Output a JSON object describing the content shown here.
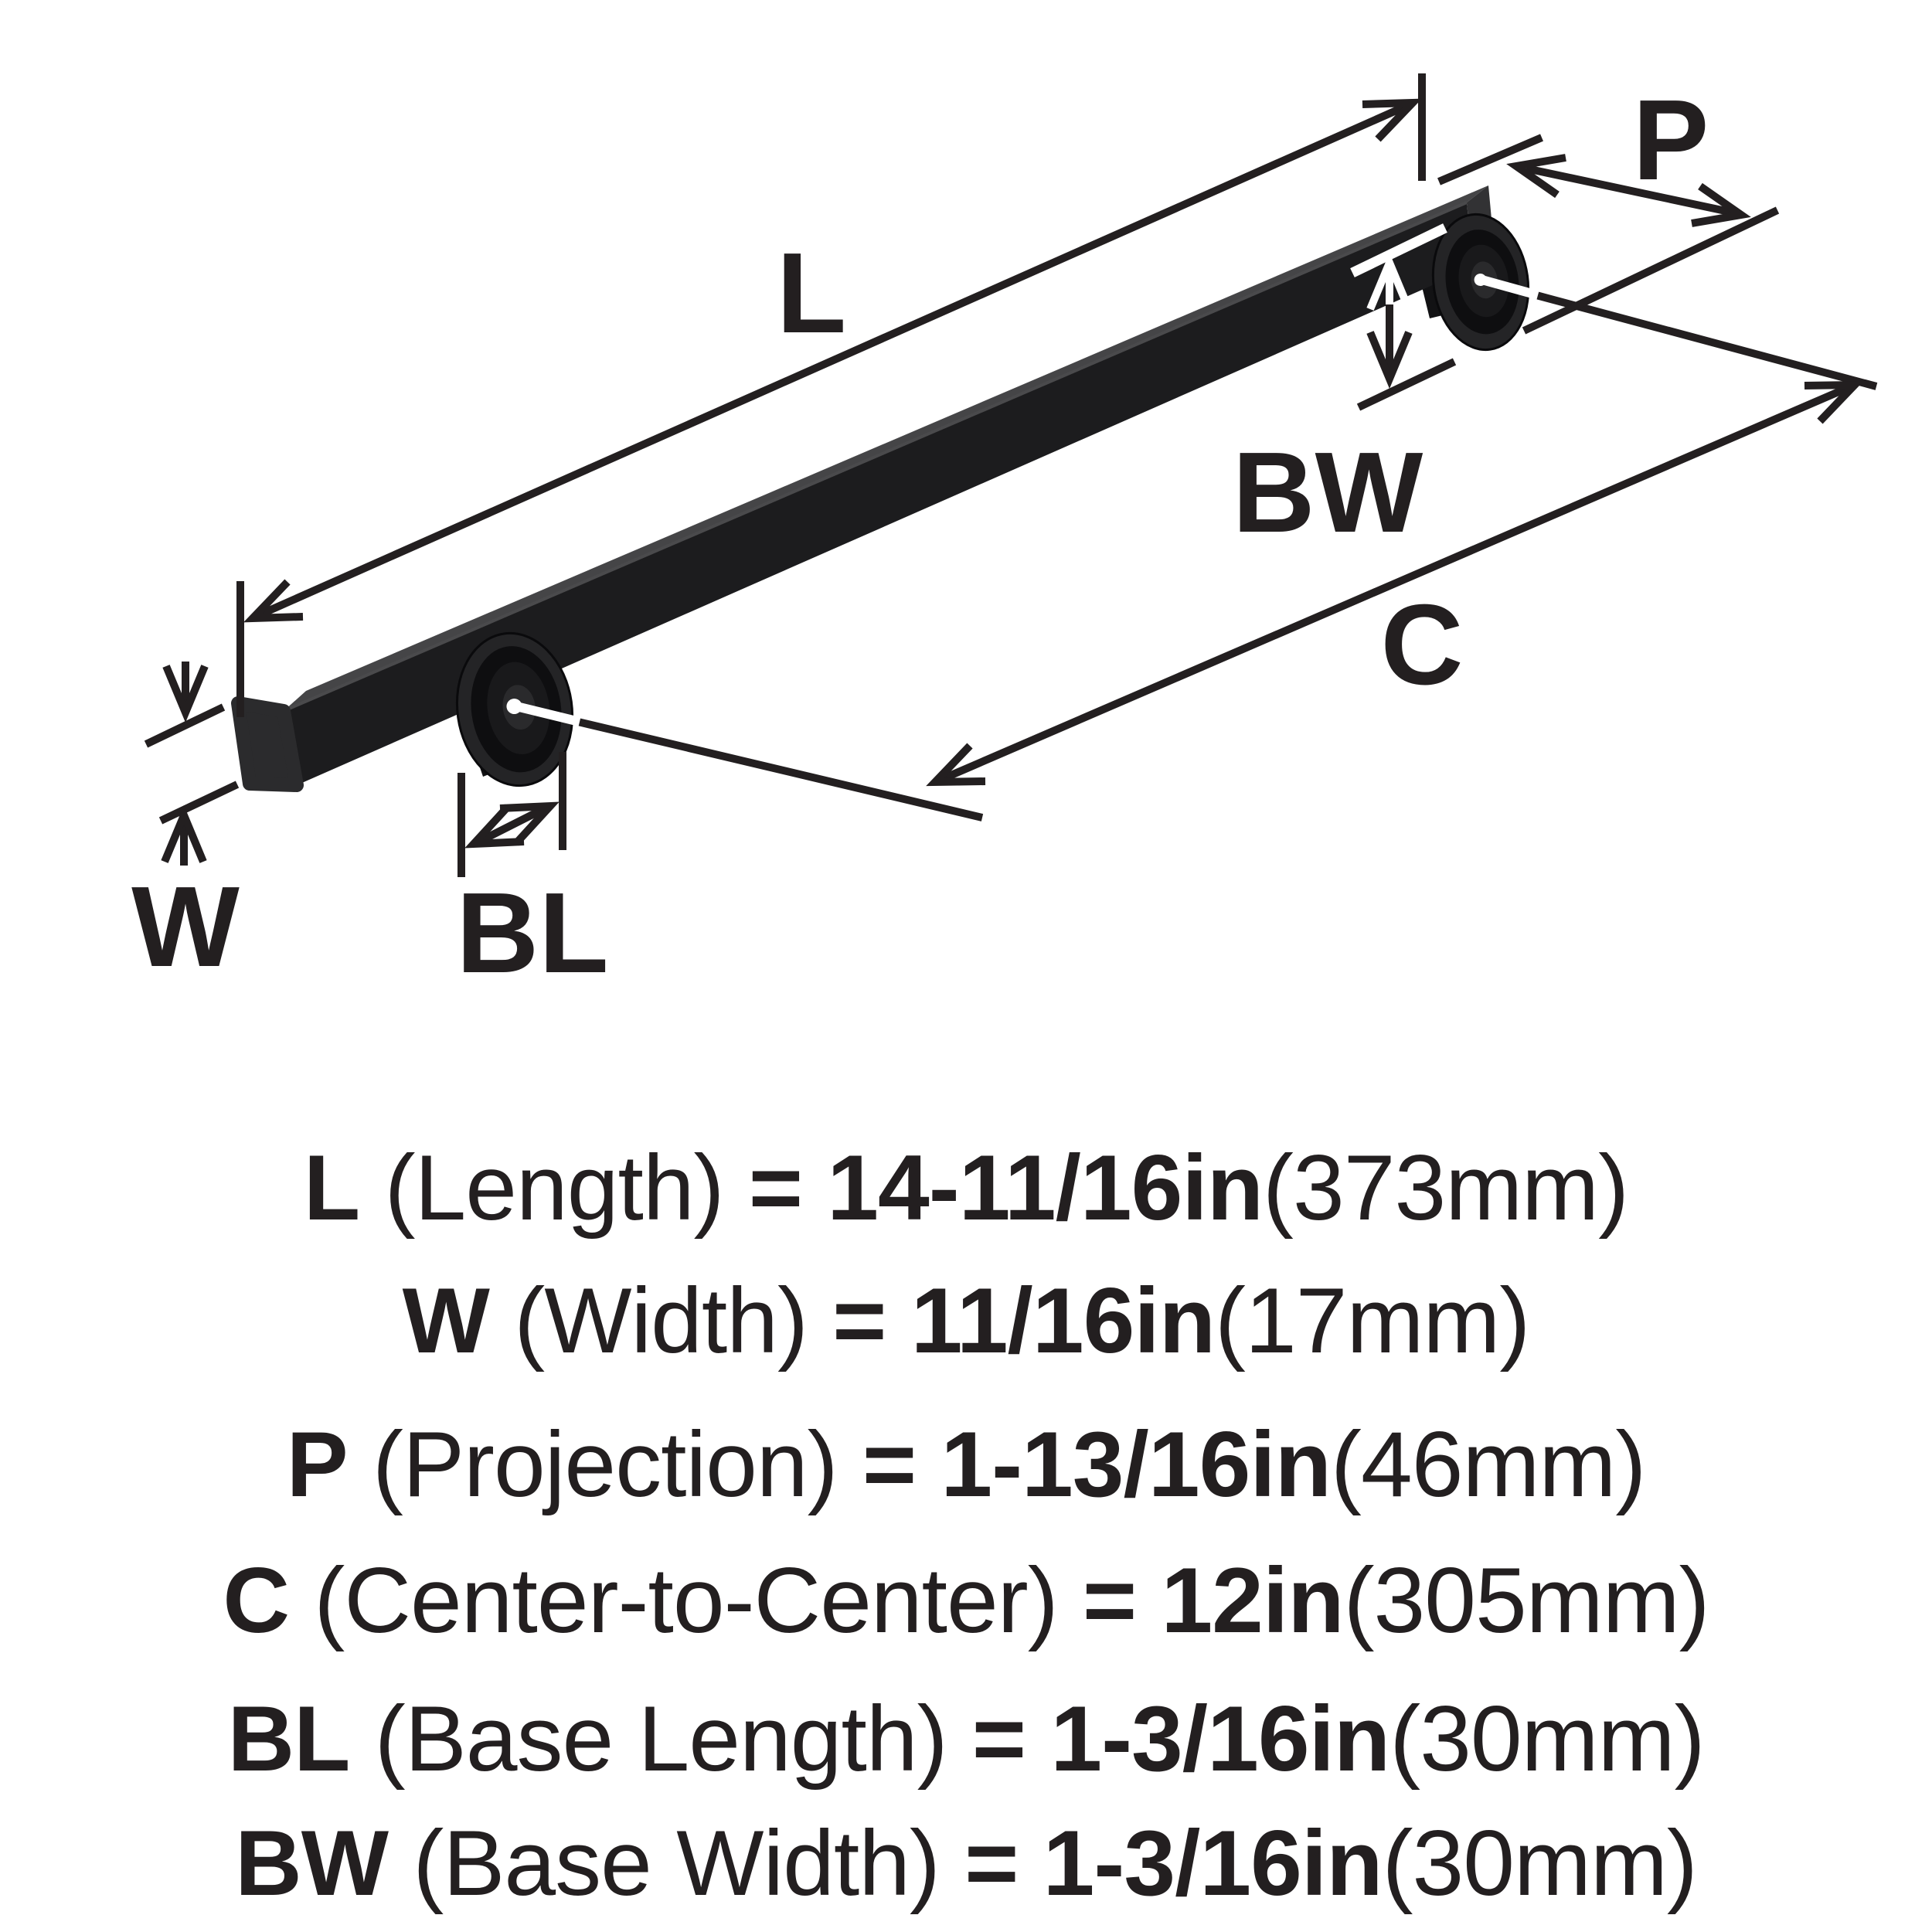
{
  "diagram": {
    "labels": {
      "length": "L",
      "width": "W",
      "projection": "P",
      "center_to_center": "C",
      "base_length": "BL",
      "base_width": "BW"
    }
  },
  "specs": {
    "rows": [
      {
        "letter": "L",
        "name": "(Length)",
        "eq": "=",
        "value": "14-11/16in",
        "metric": "(373mm)"
      },
      {
        "letter": "W",
        "name": "(Width)",
        "eq": "=",
        "value": "11/16in",
        "metric": "(17mm)"
      },
      {
        "letter": "P",
        "name": "(Projection)",
        "eq": "=",
        "value": "1-13/16in",
        "metric": "(46mm)"
      },
      {
        "letter": "C",
        "name": "(Center-to-Center)",
        "eq": "=",
        "value": "12in",
        "metric": "(305mm)"
      },
      {
        "letter": "BL",
        "name": "(Base Length)",
        "eq": "=",
        "value": "1-3/16in",
        "metric": "(30mm)"
      },
      {
        "letter": "BW",
        "name": "(Base Width)",
        "eq": "=",
        "value": "1-3/16in",
        "metric": "(30mm)"
      }
    ]
  },
  "colors": {
    "ink": "#231f20",
    "background": "#ffffff",
    "bar_top_face": "#454547",
    "bar_front_face": "#1c1c1e",
    "hardware_dark": "#0e0e10",
    "highlight_white": "#ffffff"
  }
}
